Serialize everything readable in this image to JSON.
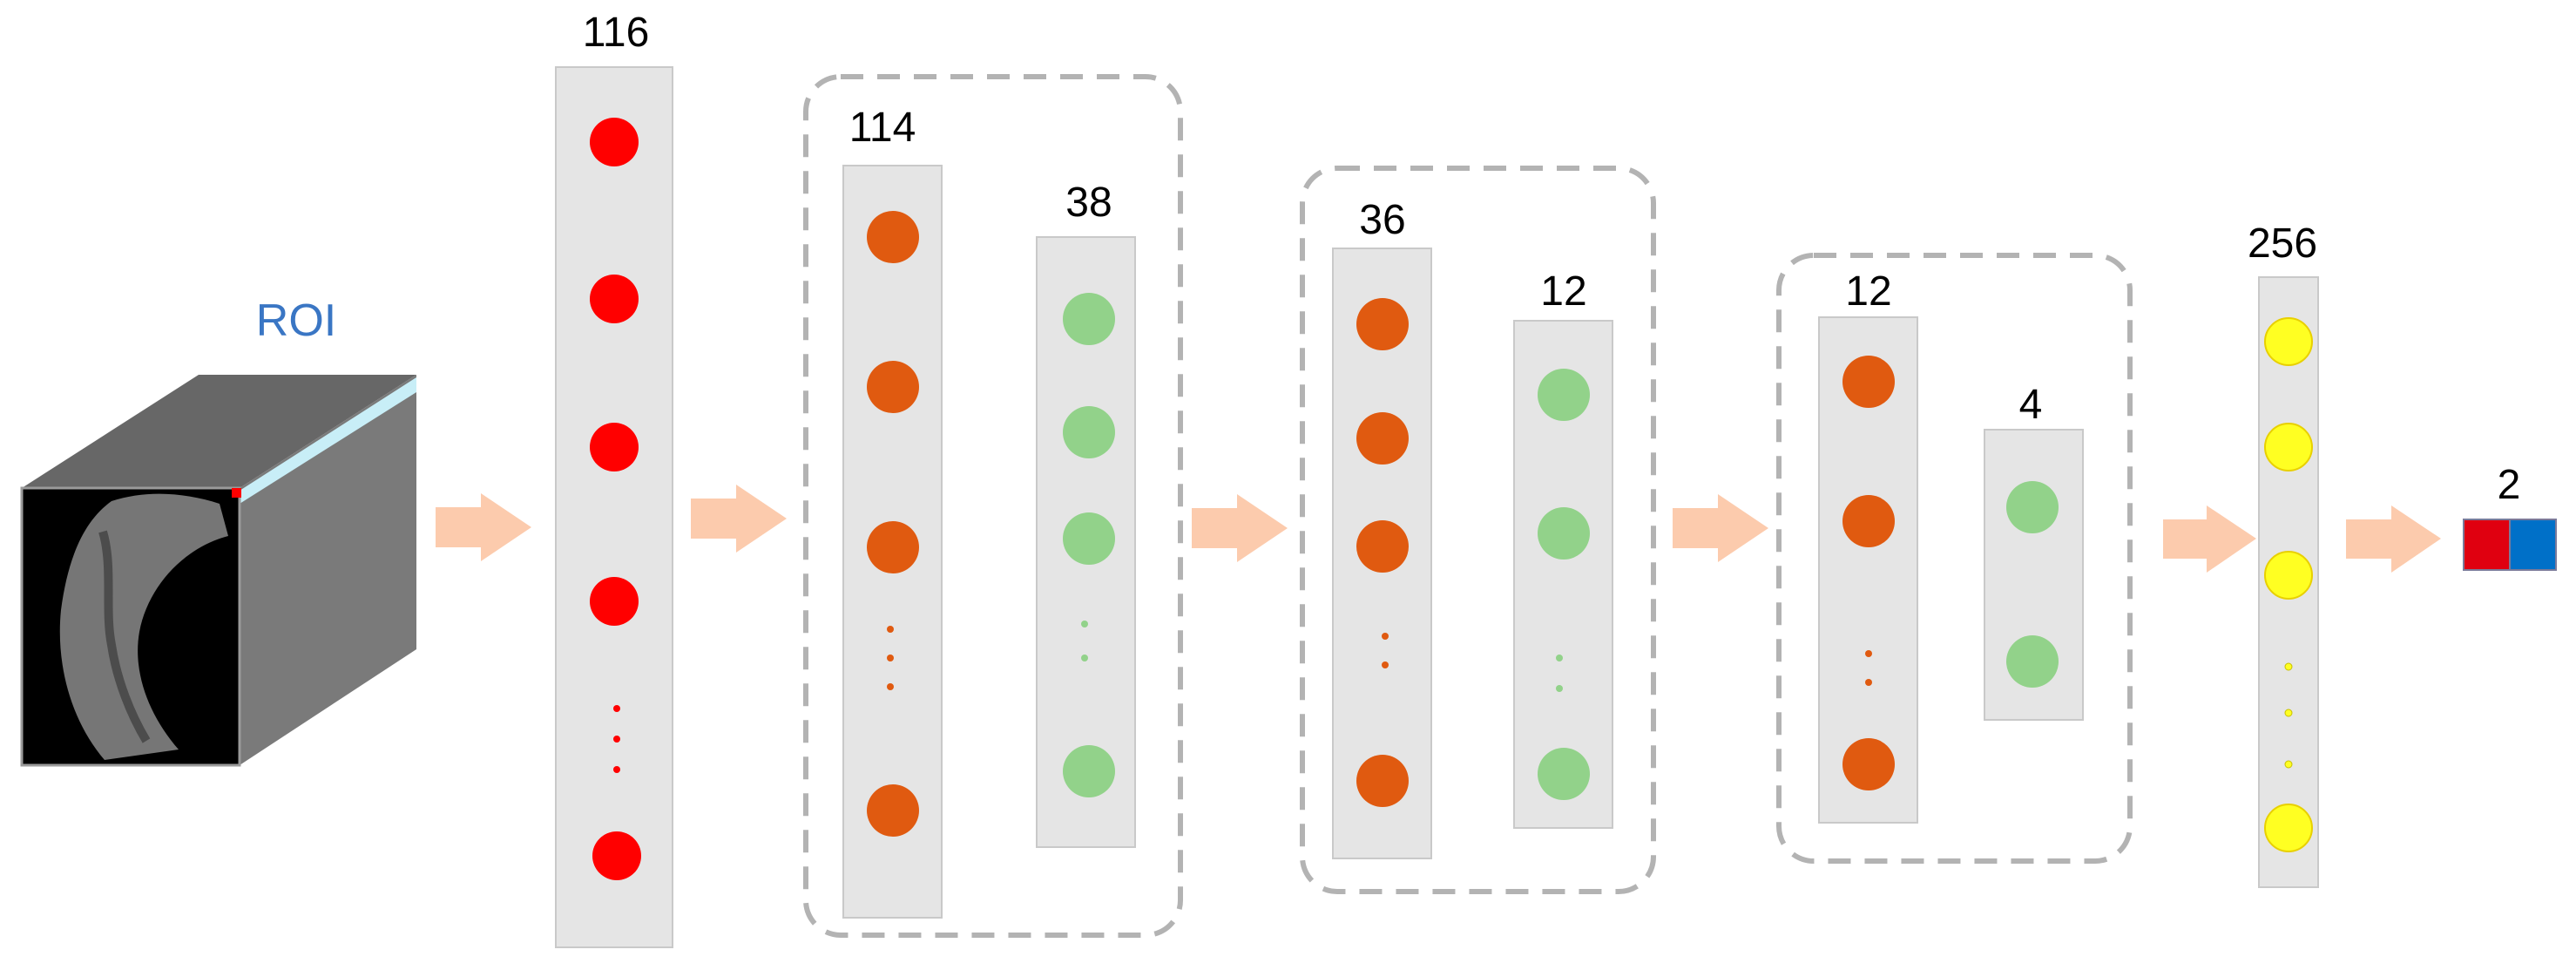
{
  "roi_label": "ROI",
  "layers": [
    {
      "count": "116"
    },
    {
      "count": "114"
    },
    {
      "count": "38"
    },
    {
      "count": "36"
    },
    {
      "count": "12"
    },
    {
      "count": "12"
    },
    {
      "count": "4"
    },
    {
      "count": "256"
    },
    {
      "count": "2"
    }
  ],
  "colors": {
    "layer_116": "#ff0000",
    "conv": "#e05a10",
    "pool": "#92d28a",
    "fc": "#ffff22",
    "output_1": "#e00010",
    "output_2": "#0070c8",
    "arrow": "#fccbad",
    "roi": "#3a76c4"
  }
}
